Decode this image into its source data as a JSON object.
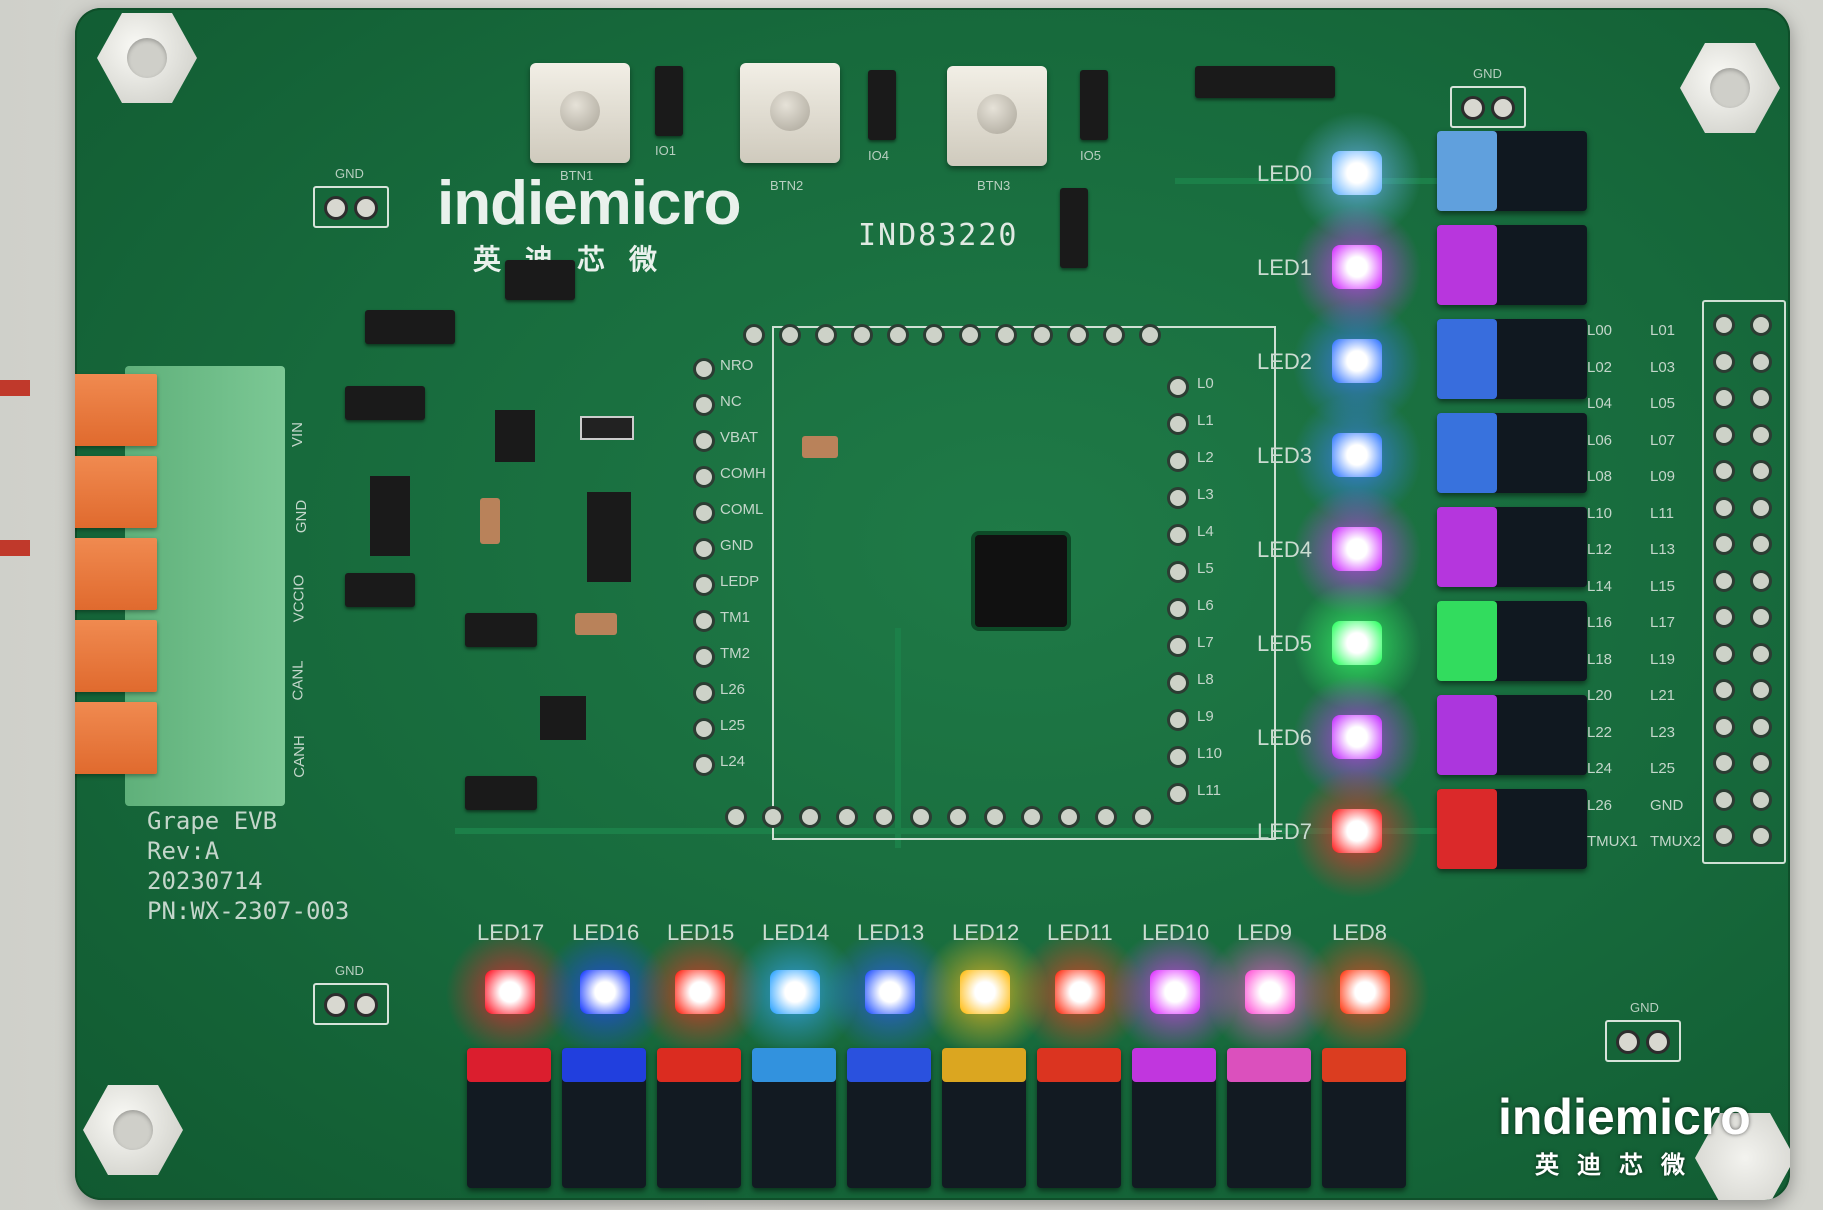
{
  "board": {
    "brand": "indiemicro",
    "brand_cn": "英迪芯微",
    "chip_name": "IND83220",
    "board_name": "Grape EVB",
    "revision": "Rev:A",
    "date": "20230714",
    "part_number": "PN:WX-2307-003",
    "gnd_label": "GND",
    "button_labels": [
      "BTN1",
      "BTN2",
      "BTN3"
    ],
    "io_labels": [
      "IO1",
      "IO4",
      "IO5"
    ],
    "terminal_labels": [
      "VIN",
      "GND",
      "VCCIO",
      "CANL",
      "CANH"
    ],
    "module_left_pins": [
      "NRO",
      "NC",
      "VBAT",
      "COMH",
      "COML",
      "GND",
      "LEDP",
      "TM1",
      "TM2",
      "L26",
      "L25",
      "L24"
    ],
    "module_right_pins": [
      "L0",
      "L1",
      "L2",
      "L3",
      "L4",
      "L5",
      "L6",
      "L7",
      "L8",
      "L9",
      "L10",
      "L11"
    ],
    "right_leds": [
      {
        "label": "LED0",
        "color": "#6fb8ff"
      },
      {
        "label": "LED1",
        "color": "#d63cff"
      },
      {
        "label": "LED2",
        "color": "#3f7dff"
      },
      {
        "label": "LED3",
        "color": "#3f82ff"
      },
      {
        "label": "LED4",
        "color": "#d23cff"
      },
      {
        "label": "LED5",
        "color": "#38ff6a"
      },
      {
        "label": "LED6",
        "color": "#c83cff"
      },
      {
        "label": "LED7",
        "color": "#ff2d2d"
      }
    ],
    "bottom_leds": [
      {
        "label": "LED17",
        "color": "#ff2030"
      },
      {
        "label": "LED16",
        "color": "#2446ff"
      },
      {
        "label": "LED15",
        "color": "#ff3020"
      },
      {
        "label": "LED14",
        "color": "#38a8ff"
      },
      {
        "label": "LED13",
        "color": "#2f5cff"
      },
      {
        "label": "LED12",
        "color": "#ffc020"
      },
      {
        "label": "LED11",
        "color": "#ff3a20"
      },
      {
        "label": "LED10",
        "color": "#e03cff"
      },
      {
        "label": "LED9",
        "color": "#ff5ad8"
      },
      {
        "label": "LED8",
        "color": "#ff4420"
      }
    ],
    "header_left": [
      "L00",
      "L02",
      "L04",
      "L06",
      "L08",
      "L10",
      "L12",
      "L14",
      "L16",
      "L18",
      "L20",
      "L22",
      "L24",
      "L26",
      "TMUX1"
    ],
    "header_right": [
      "L01",
      "L03",
      "L05",
      "L07",
      "L09",
      "L11",
      "L13",
      "L15",
      "L17",
      "L19",
      "L21",
      "L23",
      "L25",
      "GND",
      "TMUX2"
    ]
  },
  "watermark": {
    "brand": "indiemicro",
    "brand_cn": "英迪芯微"
  }
}
